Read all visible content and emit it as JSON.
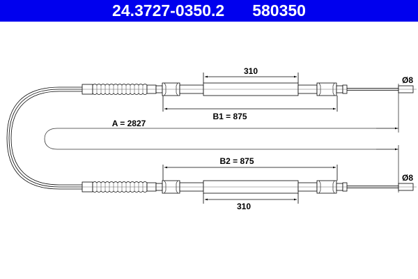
{
  "header": {
    "part_number": "24.3727-0350.2",
    "ref_number": "580350",
    "background_color": "#0000ee",
    "text_color": "#ffffff"
  },
  "drawing": {
    "subject": "parking brake cable, dual end",
    "dimensions": {
      "overall_length": "A = 2827",
      "top_sleeve_length": "310",
      "bottom_sleeve_length": "310",
      "top_outer_length": "B1 = 875",
      "bottom_outer_length": "B2 = 875",
      "top_end_diameter": "Ø8",
      "bottom_end_diameter": "Ø8"
    }
  }
}
